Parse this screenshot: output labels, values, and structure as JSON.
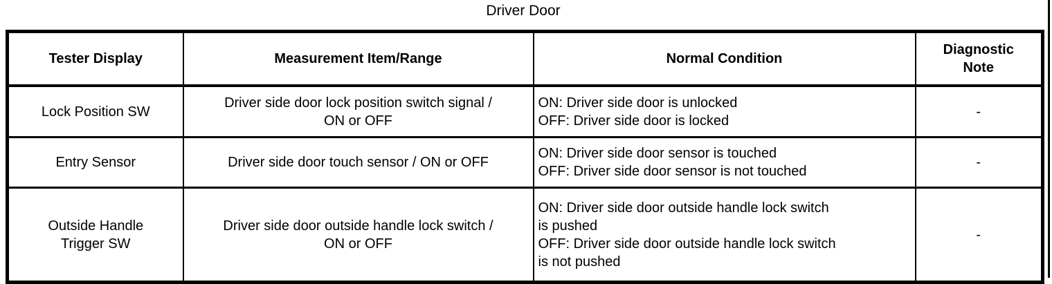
{
  "title": "Driver Door",
  "colors": {
    "border": "#000000",
    "background": "#ffffff",
    "text": "#000000"
  },
  "table": {
    "headers": [
      "Tester Display",
      "Measurement Item/Range",
      "Normal Condition",
      "Diagnostic Note"
    ],
    "rows": [
      {
        "tester_display": "Lock Position SW",
        "measurement_item_range": "Driver side door lock position switch signal / ON or OFF",
        "normal_condition": "ON: Driver side door is unlocked\nOFF: Driver side door is locked",
        "diagnostic_note": "-"
      },
      {
        "tester_display": "Entry Sensor",
        "measurement_item_range": "Driver side door touch sensor / ON or OFF",
        "normal_condition": "ON: Driver side door sensor is touched\nOFF: Driver side door sensor is not touched",
        "diagnostic_note": "-"
      },
      {
        "tester_display": "Outside Handle Trigger SW",
        "measurement_item_range": "Driver side door outside handle lock switch / ON or OFF",
        "normal_condition": "ON: Driver side door outside handle lock switch is pushed\nOFF: Driver side door outside handle lock switch is not pushed",
        "diagnostic_note": "-"
      }
    ]
  }
}
